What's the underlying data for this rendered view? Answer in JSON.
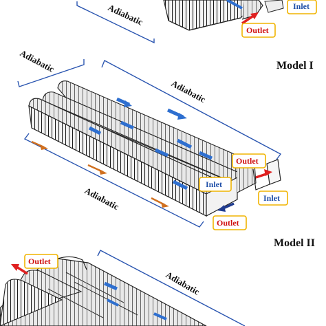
{
  "labels": {
    "adiabatic": "Adiabatic",
    "inlet": "Inlet",
    "outlet": "Outlet",
    "model_1": "Model I",
    "model_2": "Model II"
  },
  "colors": {
    "inlet_text": "#1f4fa8",
    "inlet_border": "#f0b400",
    "outlet_text": "#d01010",
    "outlet_border": "#f0b400",
    "arrow_blue": "#2e6fd0",
    "arrow_orange": "#d07020",
    "arrow_red": "#e02020",
    "arrow_navy": "#203c90",
    "bracket": "#2a55b0",
    "structure": "#222222"
  },
  "icons": [
    "flow-arrow-blue",
    "flow-arrow-orange",
    "outlet-arrow-red",
    "inlet-arrow-navy"
  ]
}
